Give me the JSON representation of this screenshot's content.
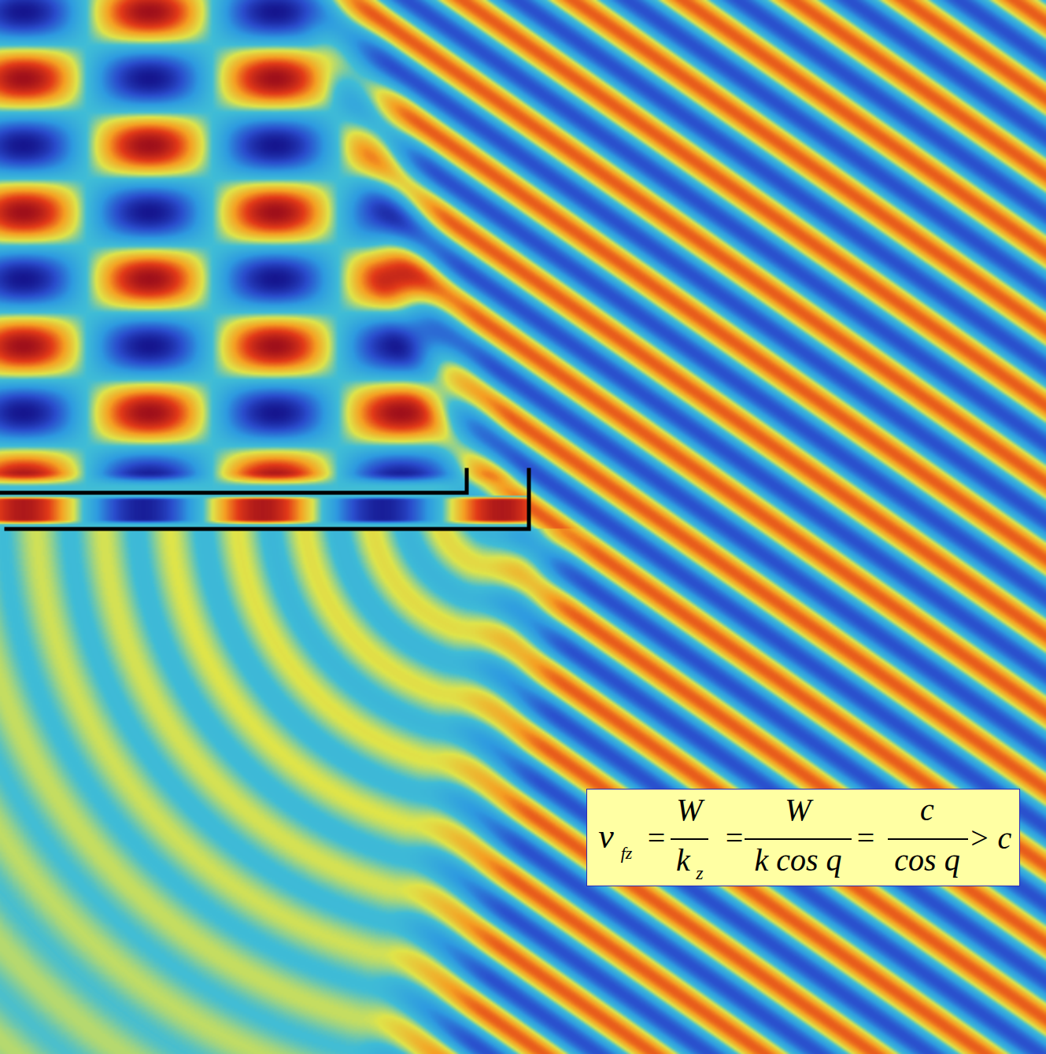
{
  "diagram": {
    "nodes": [
      {
        "text": [
          "v",
          "fz",
          "=",
          "W",
          "k",
          "z",
          "=",
          "W",
          "k cos q",
          "=",
          "c",
          "cos q",
          "> c"
        ]
      }
    ]
  }
}
